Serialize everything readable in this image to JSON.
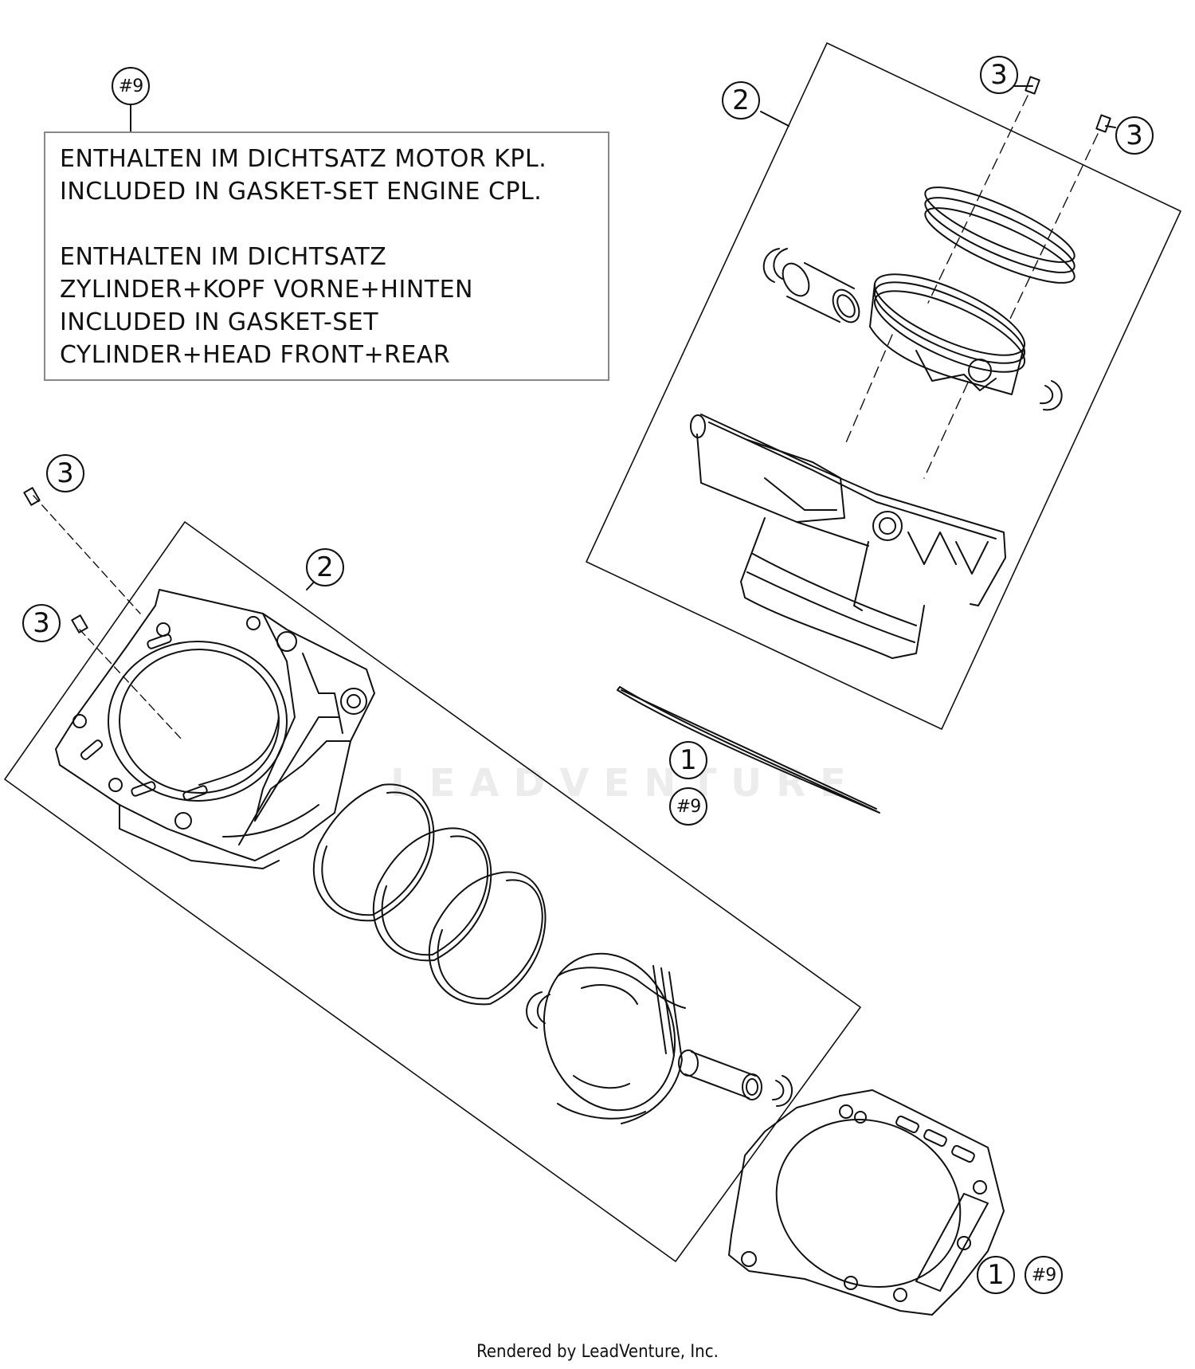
{
  "note": {
    "ref_label": "#9",
    "lines": [
      "ENTHALTEN IM DICHTSATZ MOTOR KPL.",
      "INCLUDED IN GASKET-SET ENGINE CPL.",
      "ENTHALTEN IM DICHTSATZ",
      "ZYLINDER+KOPF VORNE+HINTEN",
      "INCLUDED IN GASKET-SET",
      "CYLINDER+HEAD FRONT+REAR"
    ]
  },
  "callouts": {
    "c1": "1",
    "c2": "2",
    "c3": "3",
    "ref9": "#9"
  },
  "watermark": "LEADVENTURE",
  "footer": "Rendered by LeadVenture, Inc."
}
